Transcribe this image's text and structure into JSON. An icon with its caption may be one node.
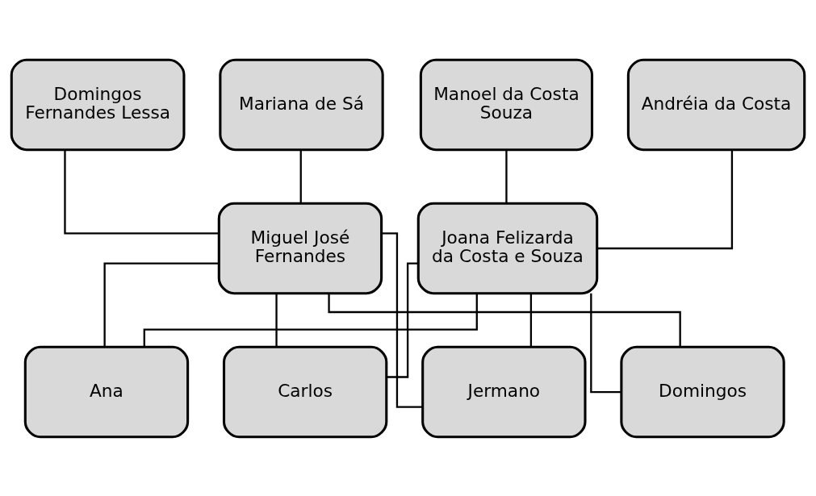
{
  "diagram": {
    "nodes": [
      {
        "text": [
          "Domingos Fernandes Lessa"
        ]
      },
      {
        "text": [
          "Mariana de Sá"
        ]
      },
      {
        "text": [
          "Manoel da Costa Souza"
        ]
      },
      {
        "text": [
          "Andréia da Costa"
        ]
      },
      {
        "text": [
          "Miguel José Fernandes"
        ]
      },
      {
        "text": [
          "Joana Felizarda da Costa e Souza"
        ]
      },
      {
        "text": [
          "Jermano"
        ]
      },
      {
        "text": [
          "Domingos"
        ]
      },
      {
        "text": [
          "Ana"
        ]
      },
      {
        "text": [
          "Carlos"
        ]
      }
    ],
    "edges": [
      {
        "from": 0,
        "to": 4,
        "arrow": "none"
      },
      {
        "from": 1,
        "to": 4,
        "arrow": "none"
      },
      {
        "from": 2,
        "to": 5,
        "arrow": "none"
      },
      {
        "from": 3,
        "to": 5,
        "arrow": "none"
      },
      {
        "from": 4,
        "to": 6,
        "arrow": "none"
      },
      {
        "from": 4,
        "to": 7,
        "arrow": "none"
      },
      {
        "from": 4,
        "to": 8,
        "arrow": "none"
      },
      {
        "from": 4,
        "to": 9,
        "arrow": "none"
      },
      {
        "from": 5,
        "to": 6,
        "arrow": "none"
      },
      {
        "from": 5,
        "to": 7,
        "arrow": "none"
      },
      {
        "from": 5,
        "to": 8,
        "arrow": "none"
      },
      {
        "from": 5,
        "to": 9,
        "arrow": "none"
      }
    ]
  }
}
